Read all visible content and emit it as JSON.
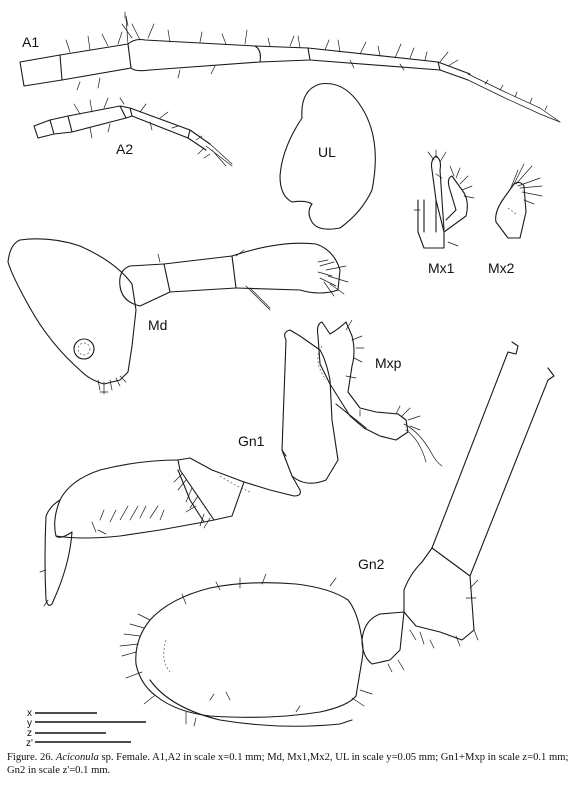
{
  "labels": {
    "a1": "A1",
    "a2": "A2",
    "ul": "UL",
    "mx1": "Mx1",
    "mx2": "Mx2",
    "md": "Md",
    "mxp": "Mxp",
    "gn1": "Gn1",
    "gn2": "Gn2"
  },
  "scale_bars": {
    "x": "x",
    "y": "y",
    "z": "z",
    "z_prime": "z'"
  },
  "caption": {
    "prefix": "Figure. 26. ",
    "genus": "Aciconula",
    "rest": " sp. Female. A1,A2 in scale x=0.1 mm; Md, Mx1,Mx2, UL in scale y=0.05 mm; Gn1+Mxp in scale z=0.1 mm; Gn2 in scale z'=0.1 mm."
  }
}
